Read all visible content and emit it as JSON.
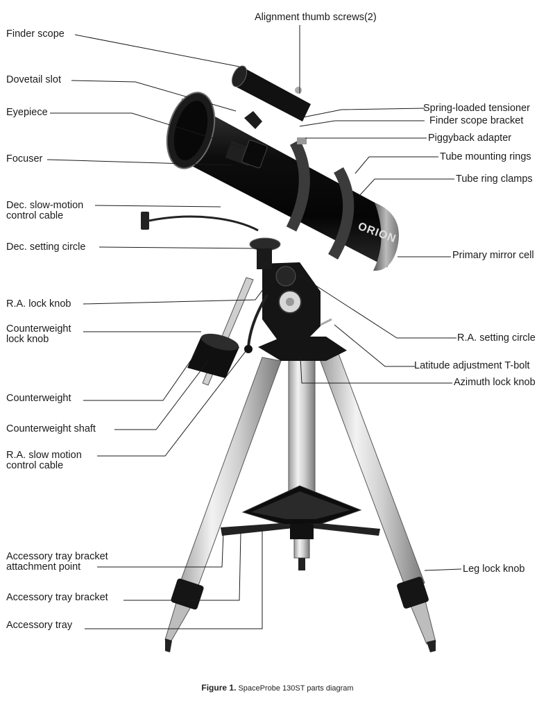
{
  "labels": {
    "alignment_thumb_screws": "Alignment thumb screws(2)",
    "finder_scope": "Finder scope",
    "dovetail_slot": "Dovetail slot",
    "eyepiece": "Eyepiece",
    "focuser": "Focuser",
    "dec_slow_motion_cable_1": "Dec. slow-motion",
    "dec_slow_motion_cable_2": "control cable",
    "dec_setting_circle": "Dec. setting circle",
    "ra_lock_knob": "R.A. lock knob",
    "counterweight_lock_knob_1": "Counterweight",
    "counterweight_lock_knob_2": "lock knob",
    "counterweight": "Counterweight",
    "counterweight_shaft": "Counterweight shaft",
    "ra_slow_motion_cable_1": "R.A. slow motion",
    "ra_slow_motion_cable_2": "control cable",
    "accessory_tray_bracket_attachment_1": "Accessory tray bracket",
    "accessory_tray_bracket_attachment_2": "attachment point",
    "accessory_tray_bracket": "Accessory tray bracket",
    "accessory_tray": "Accessory tray",
    "spring_loaded_tensioner": "Spring-loaded tensioner",
    "finder_scope_bracket": "Finder scope bracket",
    "piggyback_adapter": "Piggyback adapter",
    "tube_mounting_rings": "Tube mounting rings",
    "tube_ring_clamps": "Tube ring clamps",
    "primary_mirror_cell": "Primary mirror cell",
    "ra_setting_circle": "R.A. setting circle",
    "latitude_adjustment_t_bolt": "Latitude adjustment T-bolt",
    "azimuth_lock_knob": "Azimuth lock knob",
    "leg_lock_knob": "Leg lock knob"
  },
  "brand_logo": "ORION",
  "caption": {
    "figure": "Figure 1.",
    "text": "SpaceProbe 130ST parts diagram"
  }
}
